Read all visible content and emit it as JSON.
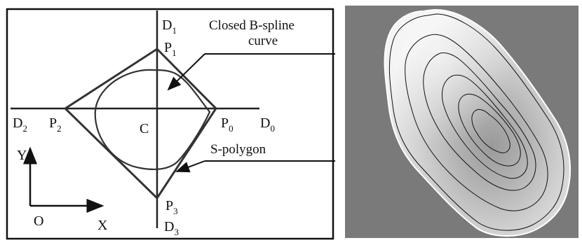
{
  "left_diagram": {
    "axes": {
      "d1": "D",
      "d1_sub": "1",
      "d0": "D",
      "d0_sub": "0",
      "d2": "D",
      "d2_sub": "2",
      "d3": "D",
      "d3_sub": "3"
    },
    "points": {
      "p0": "P",
      "p0_sub": "0",
      "p1": "P",
      "p1_sub": "1",
      "p2": "P",
      "p2_sub": "2",
      "p3": "P",
      "p3_sub": "3"
    },
    "center_label": "C",
    "callout_curve_line1": "Closed B-spline",
    "callout_curve_line2": "curve",
    "callout_polygon": "S-polygon",
    "coord_x": "X",
    "coord_y": "Y",
    "coord_origin": "O"
  },
  "right_image": {
    "background_color": "#7a7a7a",
    "contour_count": 6
  }
}
